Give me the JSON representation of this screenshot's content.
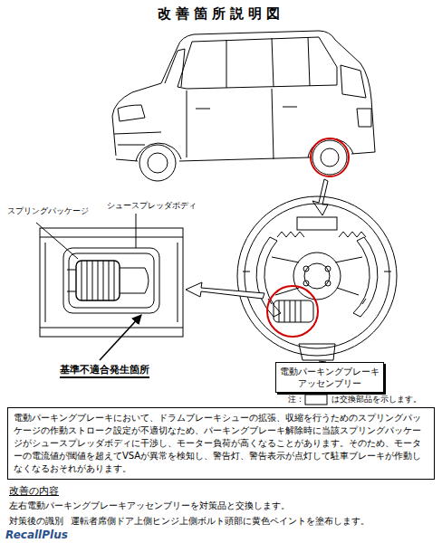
{
  "diagram": {
    "title": "改善箇所説明図",
    "nodes": [
      {
        "text": [
          "電動パーキングブレーキ アッセンブリー"
        ]
      },
      {
        "text": [
          "電動パーキングブレーキにおいて、ドラムブレーキシューの拡張、収縮を行うためのスプリングパッケージの作動ストローク設定が不適切なため、パーキングブレーキ解除時に当該スプリングパッケージがシュースプレッダボディに干渉し、モーター負荷が高くなることがあります。そのため、モーターの電流値が閾値を超えてVSAが異常を検知し、警告灯、警告表示が点灯して駐車ブレーキが作動しなくなるおそれがあります。"
        ]
      }
    ],
    "labels": [
      "スプリングパッケージ",
      "シュースプレッダボディ",
      "基準不適合発生箇所",
      "注：",
      "は交換部品を示します。",
      "改善の内容",
      "左右電動パーキングブレーキアッセンブリーを対策品と交換します。",
      "対策後の識別",
      "運転者席側ドア上側ヒンジ上側ボルト頭部に黄色ペイントを塗布します。",
      "RecallPlus"
    ]
  }
}
